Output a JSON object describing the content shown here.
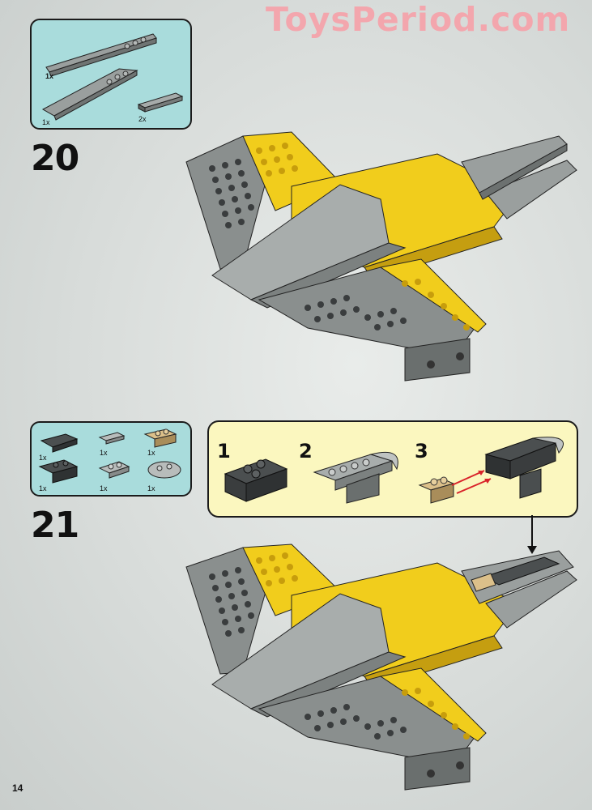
{
  "watermark": "ToysPeriod.com",
  "page_number": "14",
  "colors": {
    "parts_box_bg": "#a9dcdc",
    "callout_bg": "#fbf7bf",
    "brick_gray": "#8e9392",
    "brick_dark": "#4b4f50",
    "brick_yellow": "#f1cd1c",
    "brick_tan": "#dcc08a",
    "arrow_red": "#d9232a"
  },
  "steps": [
    {
      "number": "20",
      "parts": [
        {
          "qty": "1x",
          "icon": "wedge-plate-left-icon"
        },
        {
          "qty": "1x",
          "icon": "wedge-plate-right-icon"
        },
        {
          "qty": "2x",
          "icon": "tile-1x4-icon"
        }
      ]
    },
    {
      "number": "21",
      "parts": [
        {
          "qty": "1x",
          "icon": "dark-clip-plate-icon"
        },
        {
          "qty": "1x",
          "icon": "tile-1x2-icon"
        },
        {
          "qty": "1x",
          "icon": "tan-clip-plate-icon"
        },
        {
          "qty": "1x",
          "icon": "dark-slope-icon"
        },
        {
          "qty": "1x",
          "icon": "gray-plate-2x2-icon"
        },
        {
          "qty": "1x",
          "icon": "round-plate-icon"
        }
      ],
      "substeps": [
        "1",
        "2",
        "3"
      ]
    }
  ]
}
